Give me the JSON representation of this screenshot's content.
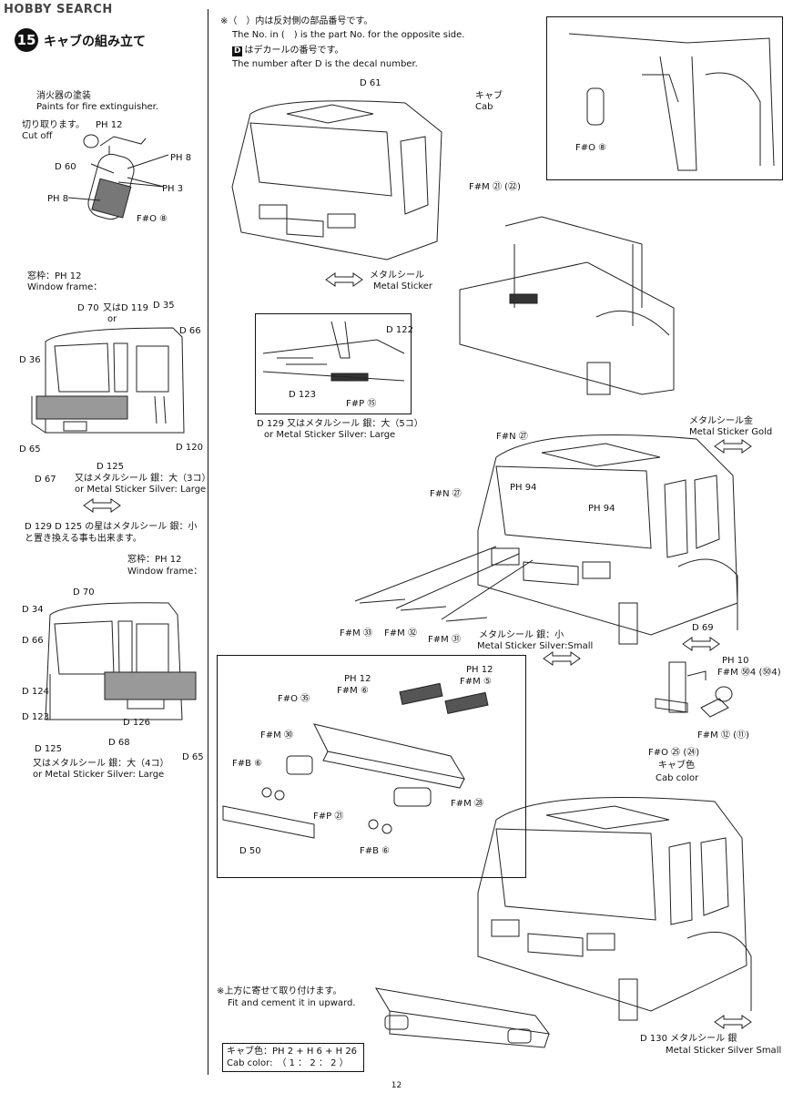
{
  "header": {
    "logo": "HOBBY SEARCH"
  },
  "step": {
    "number": "15",
    "title": "キャブの組み立て"
  },
  "notes": {
    "jp1": "※（　）内は反対側の部品番号です。",
    "en1": "The No. in (　) is the part No. for the opposite side.",
    "jp2": "はデカールの番号です。",
    "en2": "The number after D is the decal number.",
    "d": "D"
  },
  "extinguisher": {
    "jp": "消火器の塗装",
    "en": "Paints for fire extinguisher.",
    "cut_jp": "切り取ります。",
    "cut_en": "Cut off",
    "ph12": "PH 12",
    "ph8a": "PH 8",
    "ph3": "PH 3",
    "d60": "D 60",
    "ph8b": "PH 8",
    "fo8": "F#O ⑧"
  },
  "left_top": {
    "window_jp": "窓枠：PH 12",
    "window_en": "Window frame：",
    "d70": "D 70",
    "or_jp": "又は",
    "d119": "D 119",
    "or_en": "or",
    "d35": "D 35",
    "d66": "D 66",
    "d36": "D 36",
    "d65": "D 65",
    "d120": "D 120",
    "d67": "D 67",
    "d125": "D 125",
    "alt_jp": "又はメタルシール 銀：大（3コ）",
    "alt_en": "or Metal Sticker Silver: Large"
  },
  "left_mid": {
    "note1": "D 129  D 125 の星はメタルシール 銀：小",
    "note2": "と置き換える事も出来ます。",
    "window_jp": "窓枠：PH 12",
    "window_en": "Window frame："
  },
  "left_bot": {
    "d70": "D 70",
    "d34": "D 34",
    "d66": "D 66",
    "d124": "D 124",
    "d123": "D 123",
    "d68": "D 68",
    "d125": "D 125",
    "d65": "D 65",
    "d126": "D 126",
    "alt_jp": "又はメタルシール 銀：大（4コ）",
    "alt_en": "or Metal Sticker Silver: Large"
  },
  "cab_top": {
    "d61": "D 61",
    "cab_jp": "キャブ",
    "cab_en": "Cab",
    "fm21": "F#M ㉑ (㉒)",
    "sticker_jp": "メタルシール",
    "sticker_en": "Metal Sticker",
    "inset_fo8": "F#O ⑧"
  },
  "seat_inset": {
    "d122": "D 122",
    "d123": "D 123",
    "fp15": "F#P ⑮",
    "d129": "D 129",
    "alt_jp": "又はメタルシール 銀：大（5コ）",
    "alt_en": "or Metal Sticker Silver: Large"
  },
  "cab_mid": {
    "gold_jp": "メタルシール金",
    "gold_en": "Metal Sticker Gold",
    "fn27a": "F#N ㉗",
    "fn27b": "F#N ㉗",
    "ph94a": "PH 94",
    "ph94b": "PH 94",
    "fm33": "F#M ㉝",
    "fm32": "F#M ㉜",
    "fm31": "F#M ㉛",
    "small_jp": "メタルシール 銀：小",
    "small_en": "Metal Sticker Silver:Small",
    "d69": "D 69"
  },
  "mirror": {
    "ph10": "PH 10",
    "fm64": "F#M ㊿4 (㊿4)",
    "fm12": "F#M ⑫ (⑪)",
    "fo25": "F#O ㉕ (㉔)",
    "cab_jp": "キャブ色",
    "cab_en": "Cab color"
  },
  "bumper": {
    "ph12": "PH 12",
    "fm6": "F#M ⑥",
    "ph12b": "PH 12",
    "fm5": "F#M ⑤",
    "fo35": "F#O ㉟",
    "fm30": "F#M ㉚",
    "fb6a": "F#B ⑥",
    "fp21": "F#P ㉑",
    "d50": "D 50",
    "fm28": "F#M ㉘",
    "fb6b": "F#B ⑥"
  },
  "cab_bot": {
    "fit_jp": "※上方に寄せて取り付けます。",
    "fit_en": "Fit and cement it in upward.",
    "d130": "D 130 メタルシール 銀",
    "d130_en": "Metal Sticker Silver Small"
  },
  "cab_color_box": {
    "jp": "キャブ色：PH 2 + H 6 + H 26",
    "en": "Cab color:　（ 1 ： 2 ： 2 ）"
  },
  "page": {
    "number": "12"
  }
}
